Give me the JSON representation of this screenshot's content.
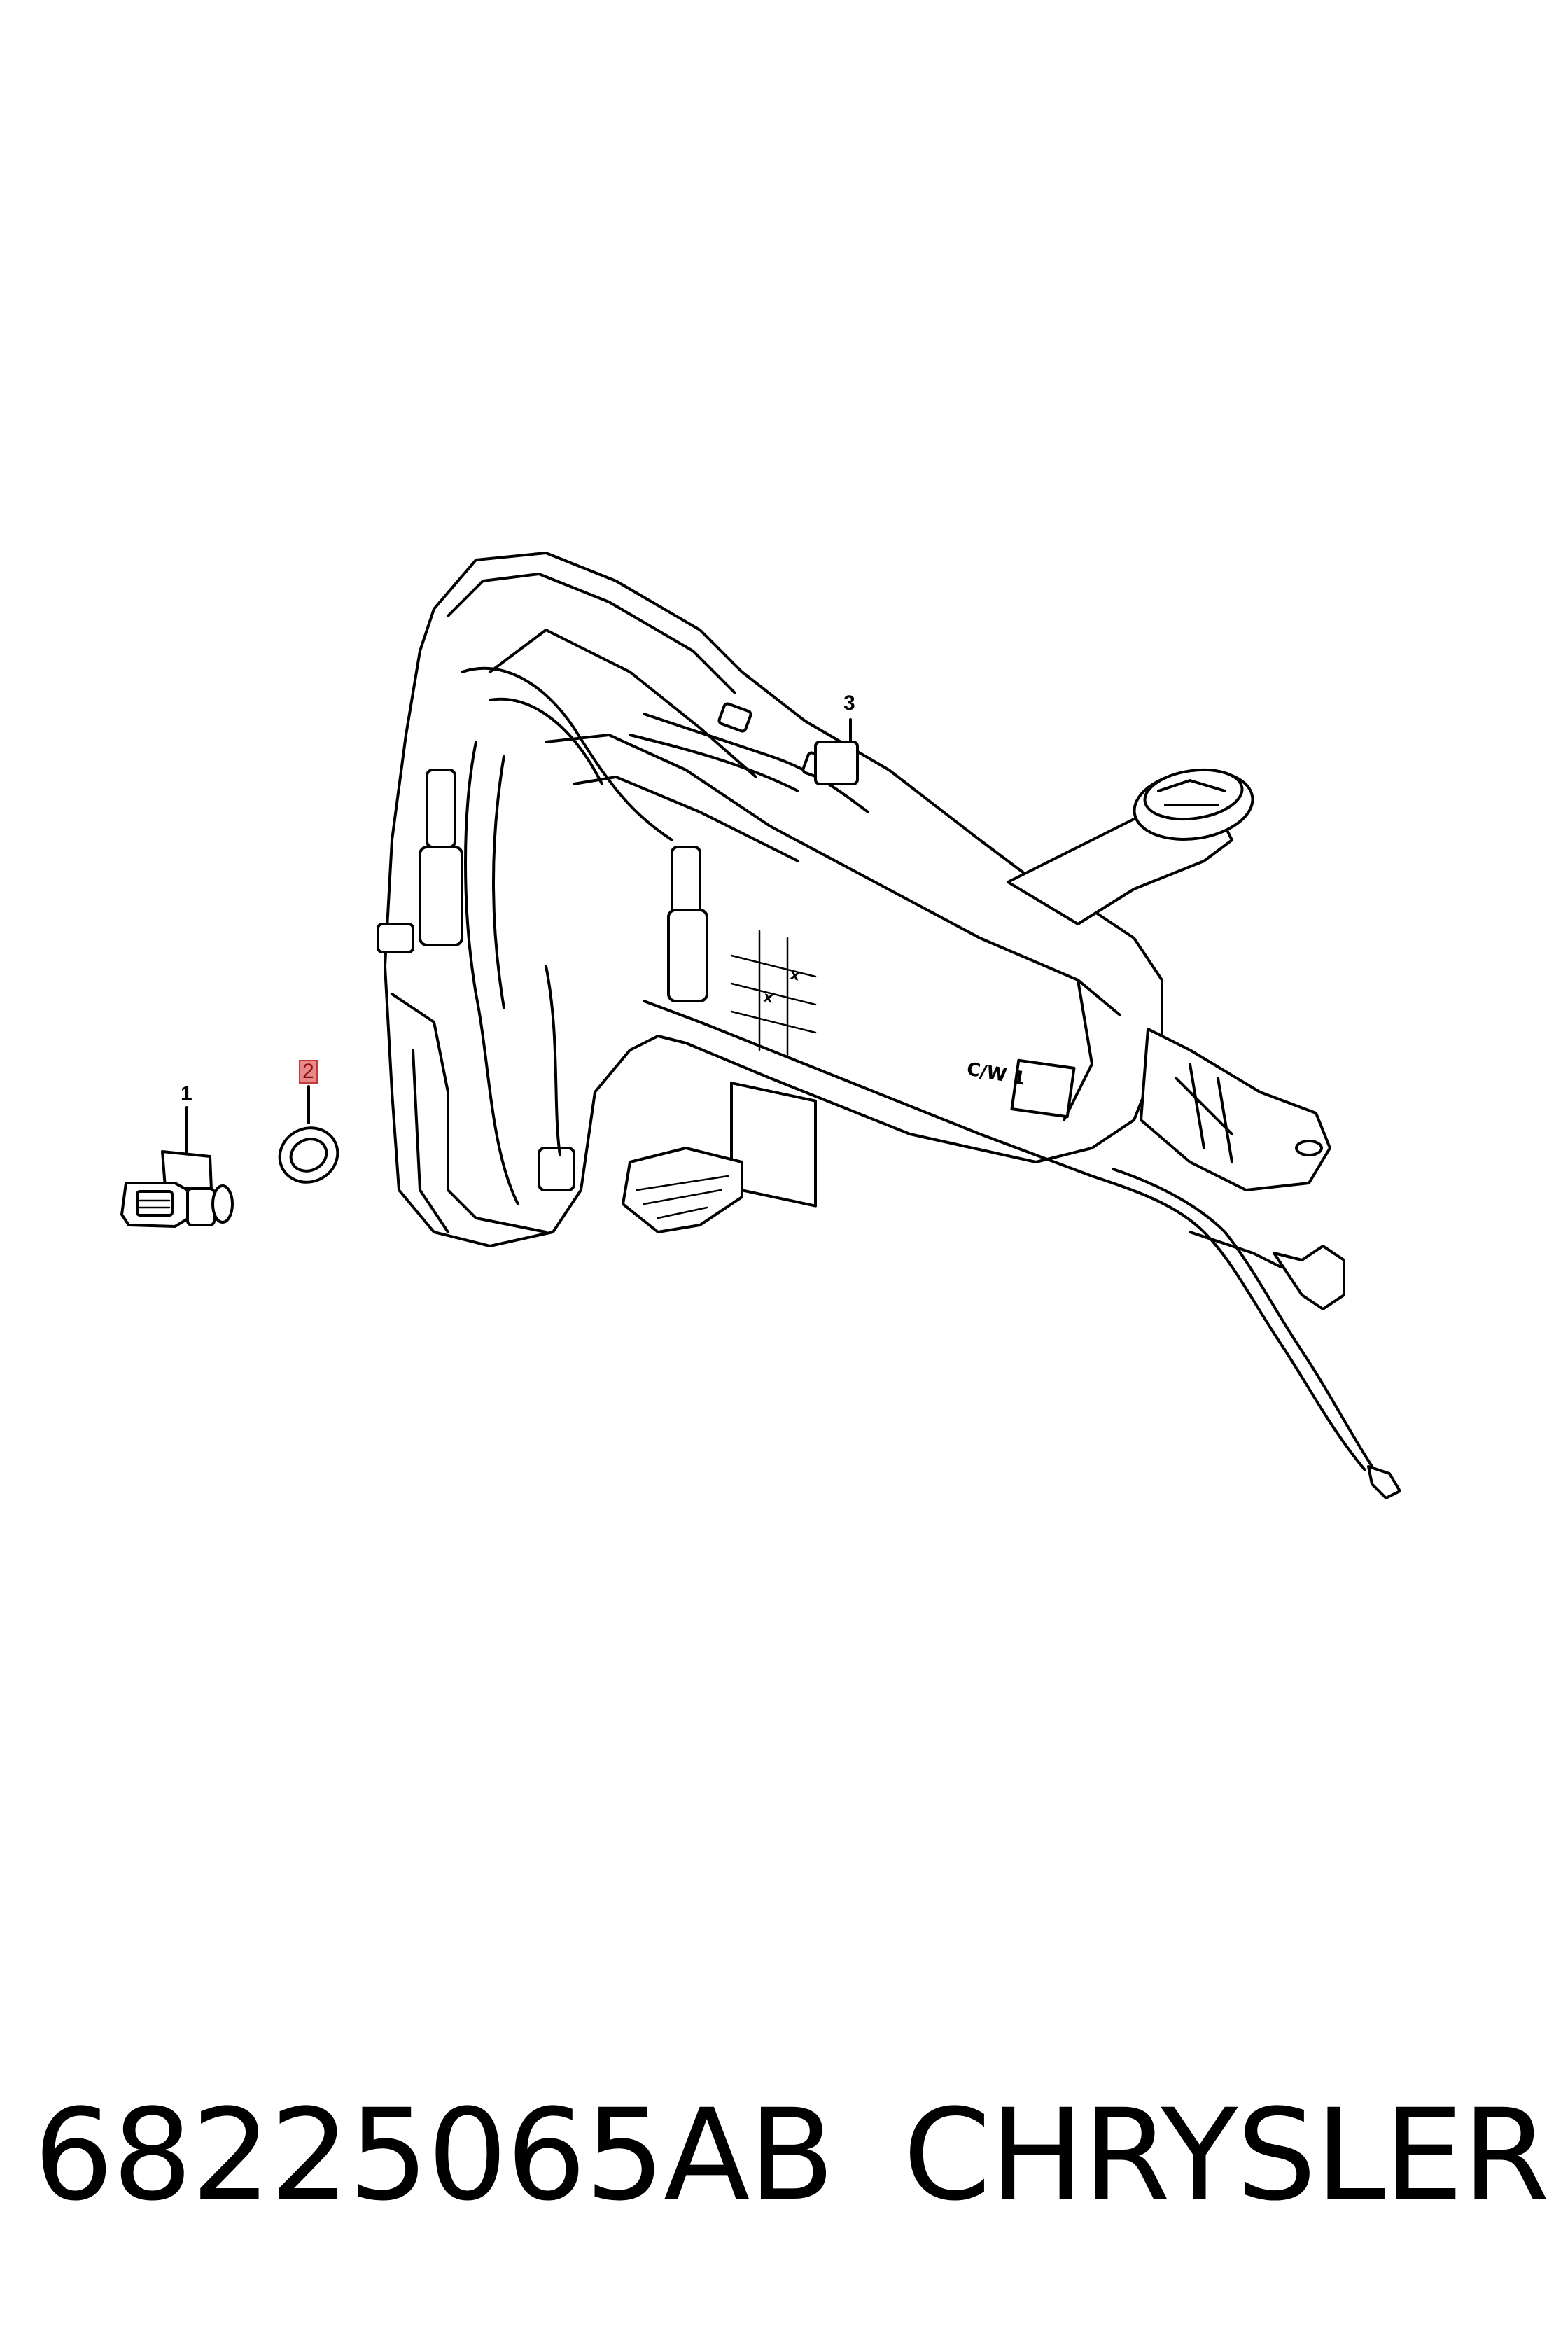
{
  "callouts": {
    "c1": "1",
    "c2": "2",
    "c3": "3"
  },
  "tank_label": "C/W 1",
  "footer": {
    "part_number": "68225065AB",
    "brand": "CHRYSLER"
  },
  "highlight_color": "#e98a8a"
}
